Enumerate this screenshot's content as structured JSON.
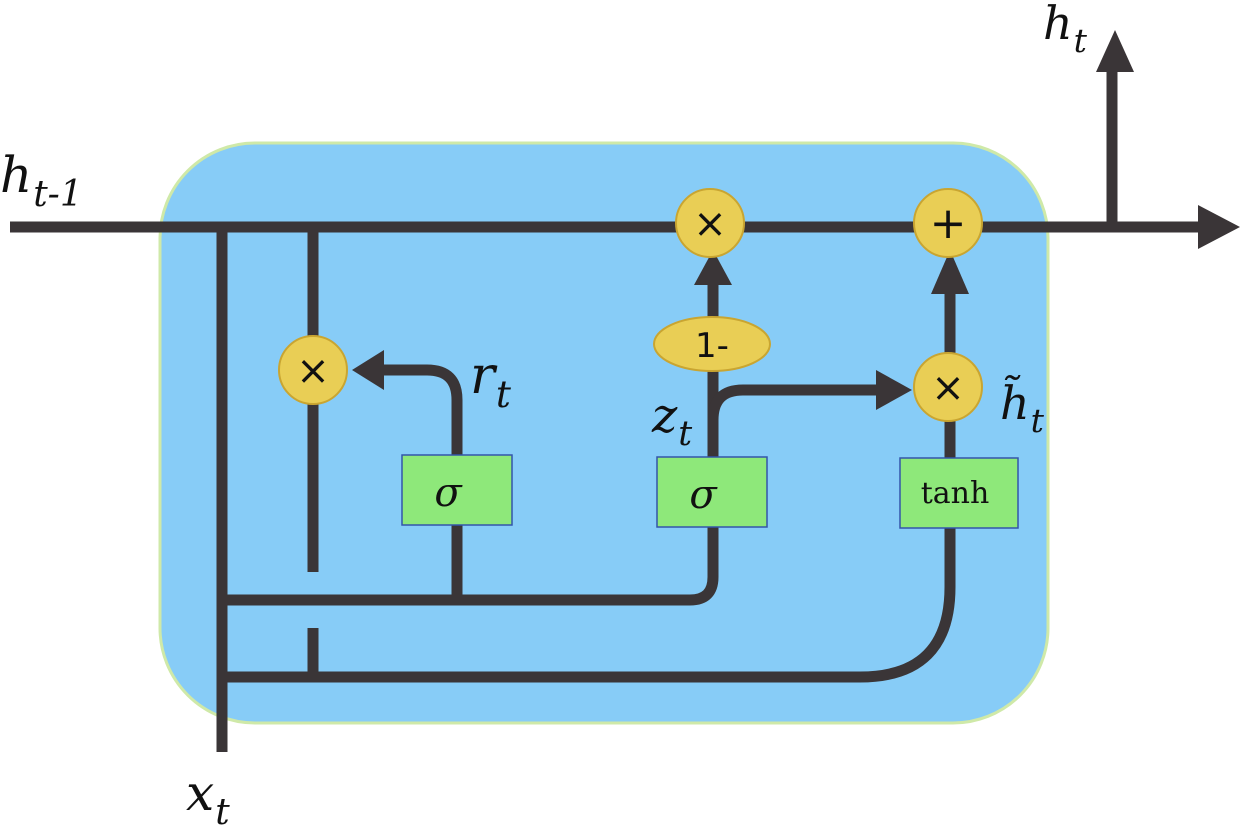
{
  "labels": {
    "h_prev": {
      "main": "h",
      "sub": "t-1"
    },
    "h_out": {
      "main": "h",
      "sub": "t"
    },
    "x_in": {
      "main": "x",
      "sub": "t"
    },
    "r_gate": {
      "main": "r",
      "sub": "t"
    },
    "z_gate": {
      "main": "z",
      "sub": "t"
    },
    "h_tilde": {
      "main": "h̃",
      "sub": "t"
    }
  },
  "boxes": {
    "reset_sigma": "σ",
    "update_sigma": "σ",
    "candidate_tanh": "tanh"
  },
  "ops": {
    "mult_reset": "×",
    "mult_prev": "×",
    "add_out": "+",
    "mult_candidate": "×",
    "one_minus": "1-"
  },
  "colors": {
    "cell_fill": "#87CCF7",
    "cell_border": "#CFE9A8",
    "line": "#3A3537",
    "gate_fill": "#8EE87A",
    "gate_border": "#3355AA",
    "op_fill": "#E9CE55",
    "op_border": "#C9A531"
  }
}
